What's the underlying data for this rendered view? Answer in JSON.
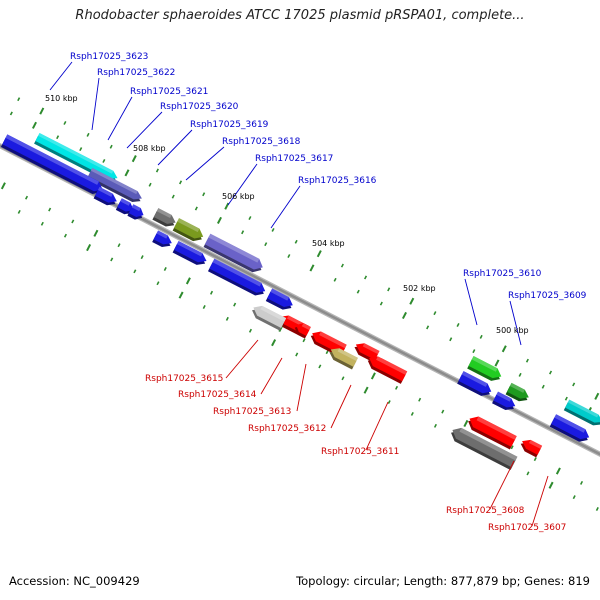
{
  "title": "Rhodobacter sphaeroides ATCC 17025 plasmid pRSPA01, complete...",
  "footer": {
    "accession": "Accession: NC_009429",
    "summary": "Topology: circular; Length: 877,879 bp; Genes: 819"
  },
  "colors": {
    "backbone": "#8c8c8c",
    "plus_label": "#0000cc",
    "minus_label": "#cc0000",
    "dots": "#2e8b2e"
  },
  "ticks": [
    {
      "label": "510 kbp"
    },
    {
      "label": "508 kbp"
    },
    {
      "label": "506 kbp"
    },
    {
      "label": "504 kbp"
    },
    {
      "label": "502 kbp"
    },
    {
      "label": "500 kbp"
    }
  ],
  "genes_plus": [
    {
      "name": "Rsph17025_3623"
    },
    {
      "name": "Rsph17025_3622"
    },
    {
      "name": "Rsph17025_3621"
    },
    {
      "name": "Rsph17025_3620"
    },
    {
      "name": "Rsph17025_3619"
    },
    {
      "name": "Rsph17025_3618"
    },
    {
      "name": "Rsph17025_3617"
    },
    {
      "name": "Rsph17025_3616"
    },
    {
      "name": "Rsph17025_3610"
    },
    {
      "name": "Rsph17025_3609"
    }
  ],
  "genes_minus": [
    {
      "name": "Rsph17025_3615"
    },
    {
      "name": "Rsph17025_3614"
    },
    {
      "name": "Rsph17025_3613"
    },
    {
      "name": "Rsph17025_3612"
    },
    {
      "name": "Rsph17025_3611"
    },
    {
      "name": "Rsph17025_3608"
    },
    {
      "name": "Rsph17025_3607"
    }
  ]
}
